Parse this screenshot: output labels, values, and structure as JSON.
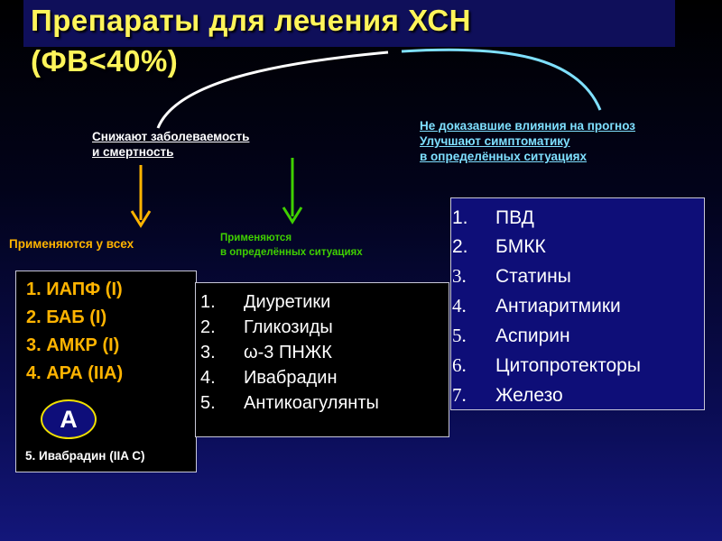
{
  "title": {
    "line1": "Препараты  для  лечения  ХСН",
    "line2": "(ФВ<40%)"
  },
  "labels": {
    "reduce_line1": "Снижают заболеваемость",
    "reduce_line2": "и смертность",
    "noproof_line1": "Не доказавшие влияния на прогноз",
    "noproof_line2": "Улучшают симптоматику",
    "noproof_line3": "в определённых ситуациях",
    "all": "Применяются у всех",
    "some_line1": "Применяются",
    "some_line2": "в определённых ситуациях"
  },
  "box_all": {
    "items": [
      "1. ИАПФ (I)",
      "2. БАБ (I)",
      "3. АМКР (I)",
      "4. АРА (IIA)"
    ],
    "badge": "А",
    "extra": "5. Ивабрадин (IIA C)"
  },
  "box_some": {
    "items": [
      {
        "num": "1.",
        "text": "Диуретики"
      },
      {
        "num": "2.",
        "text": "Гликозиды"
      },
      {
        "num": "3.",
        "text": "ω-3 ПНЖК"
      },
      {
        "num": "4.",
        "text": "Ивабрадин"
      },
      {
        "num": "5.",
        "text": "Антикоагулянты"
      }
    ]
  },
  "box_noproof": {
    "items": [
      {
        "num": "1.",
        "text": "ПВД"
      },
      {
        "num": "2.",
        "text": "БМКК"
      },
      {
        "num": "3.",
        "text": "Статины"
      },
      {
        "num": "4.",
        "text": "Антиаритмики"
      },
      {
        "num": "5.",
        "text": "Аспирин"
      },
      {
        "num": "6.",
        "text": "Цитопротекторы"
      },
      {
        "num": "7.",
        "text": "Железо"
      }
    ]
  },
  "colors": {
    "title": "#fff55a",
    "orange": "#ffb400",
    "green": "#3fd000",
    "cyan": "#7fe0ff",
    "arc": "#ffffff"
  }
}
